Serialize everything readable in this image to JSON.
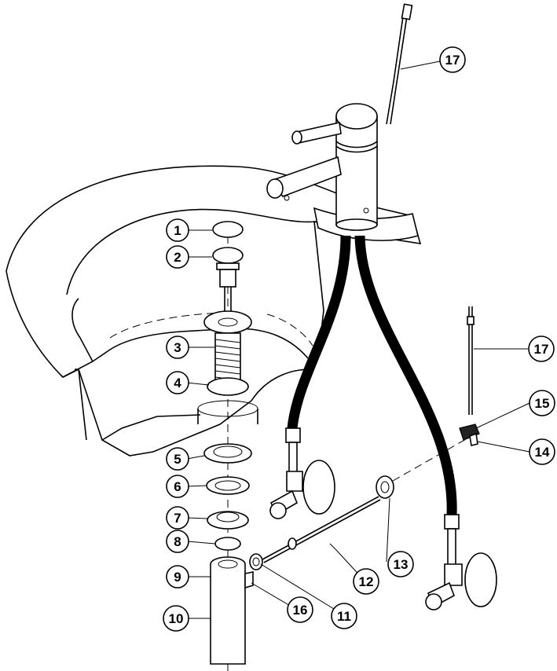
{
  "callouts": [
    {
      "id": "c1",
      "label": "1"
    },
    {
      "id": "c2",
      "label": "2"
    },
    {
      "id": "c3",
      "label": "3"
    },
    {
      "id": "c4",
      "label": "4"
    },
    {
      "id": "c5",
      "label": "5"
    },
    {
      "id": "c6",
      "label": "6"
    },
    {
      "id": "c7",
      "label": "7"
    },
    {
      "id": "c8",
      "label": "8"
    },
    {
      "id": "c9",
      "label": "9"
    },
    {
      "id": "c10",
      "label": "10"
    },
    {
      "id": "c11",
      "label": "11"
    },
    {
      "id": "c12",
      "label": "12"
    },
    {
      "id": "c13",
      "label": "13"
    },
    {
      "id": "c14",
      "label": "14"
    },
    {
      "id": "c15",
      "label": "15"
    },
    {
      "id": "c16",
      "label": "16"
    },
    {
      "id": "c17a",
      "label": "17"
    },
    {
      "id": "c17b",
      "label": "17"
    }
  ]
}
